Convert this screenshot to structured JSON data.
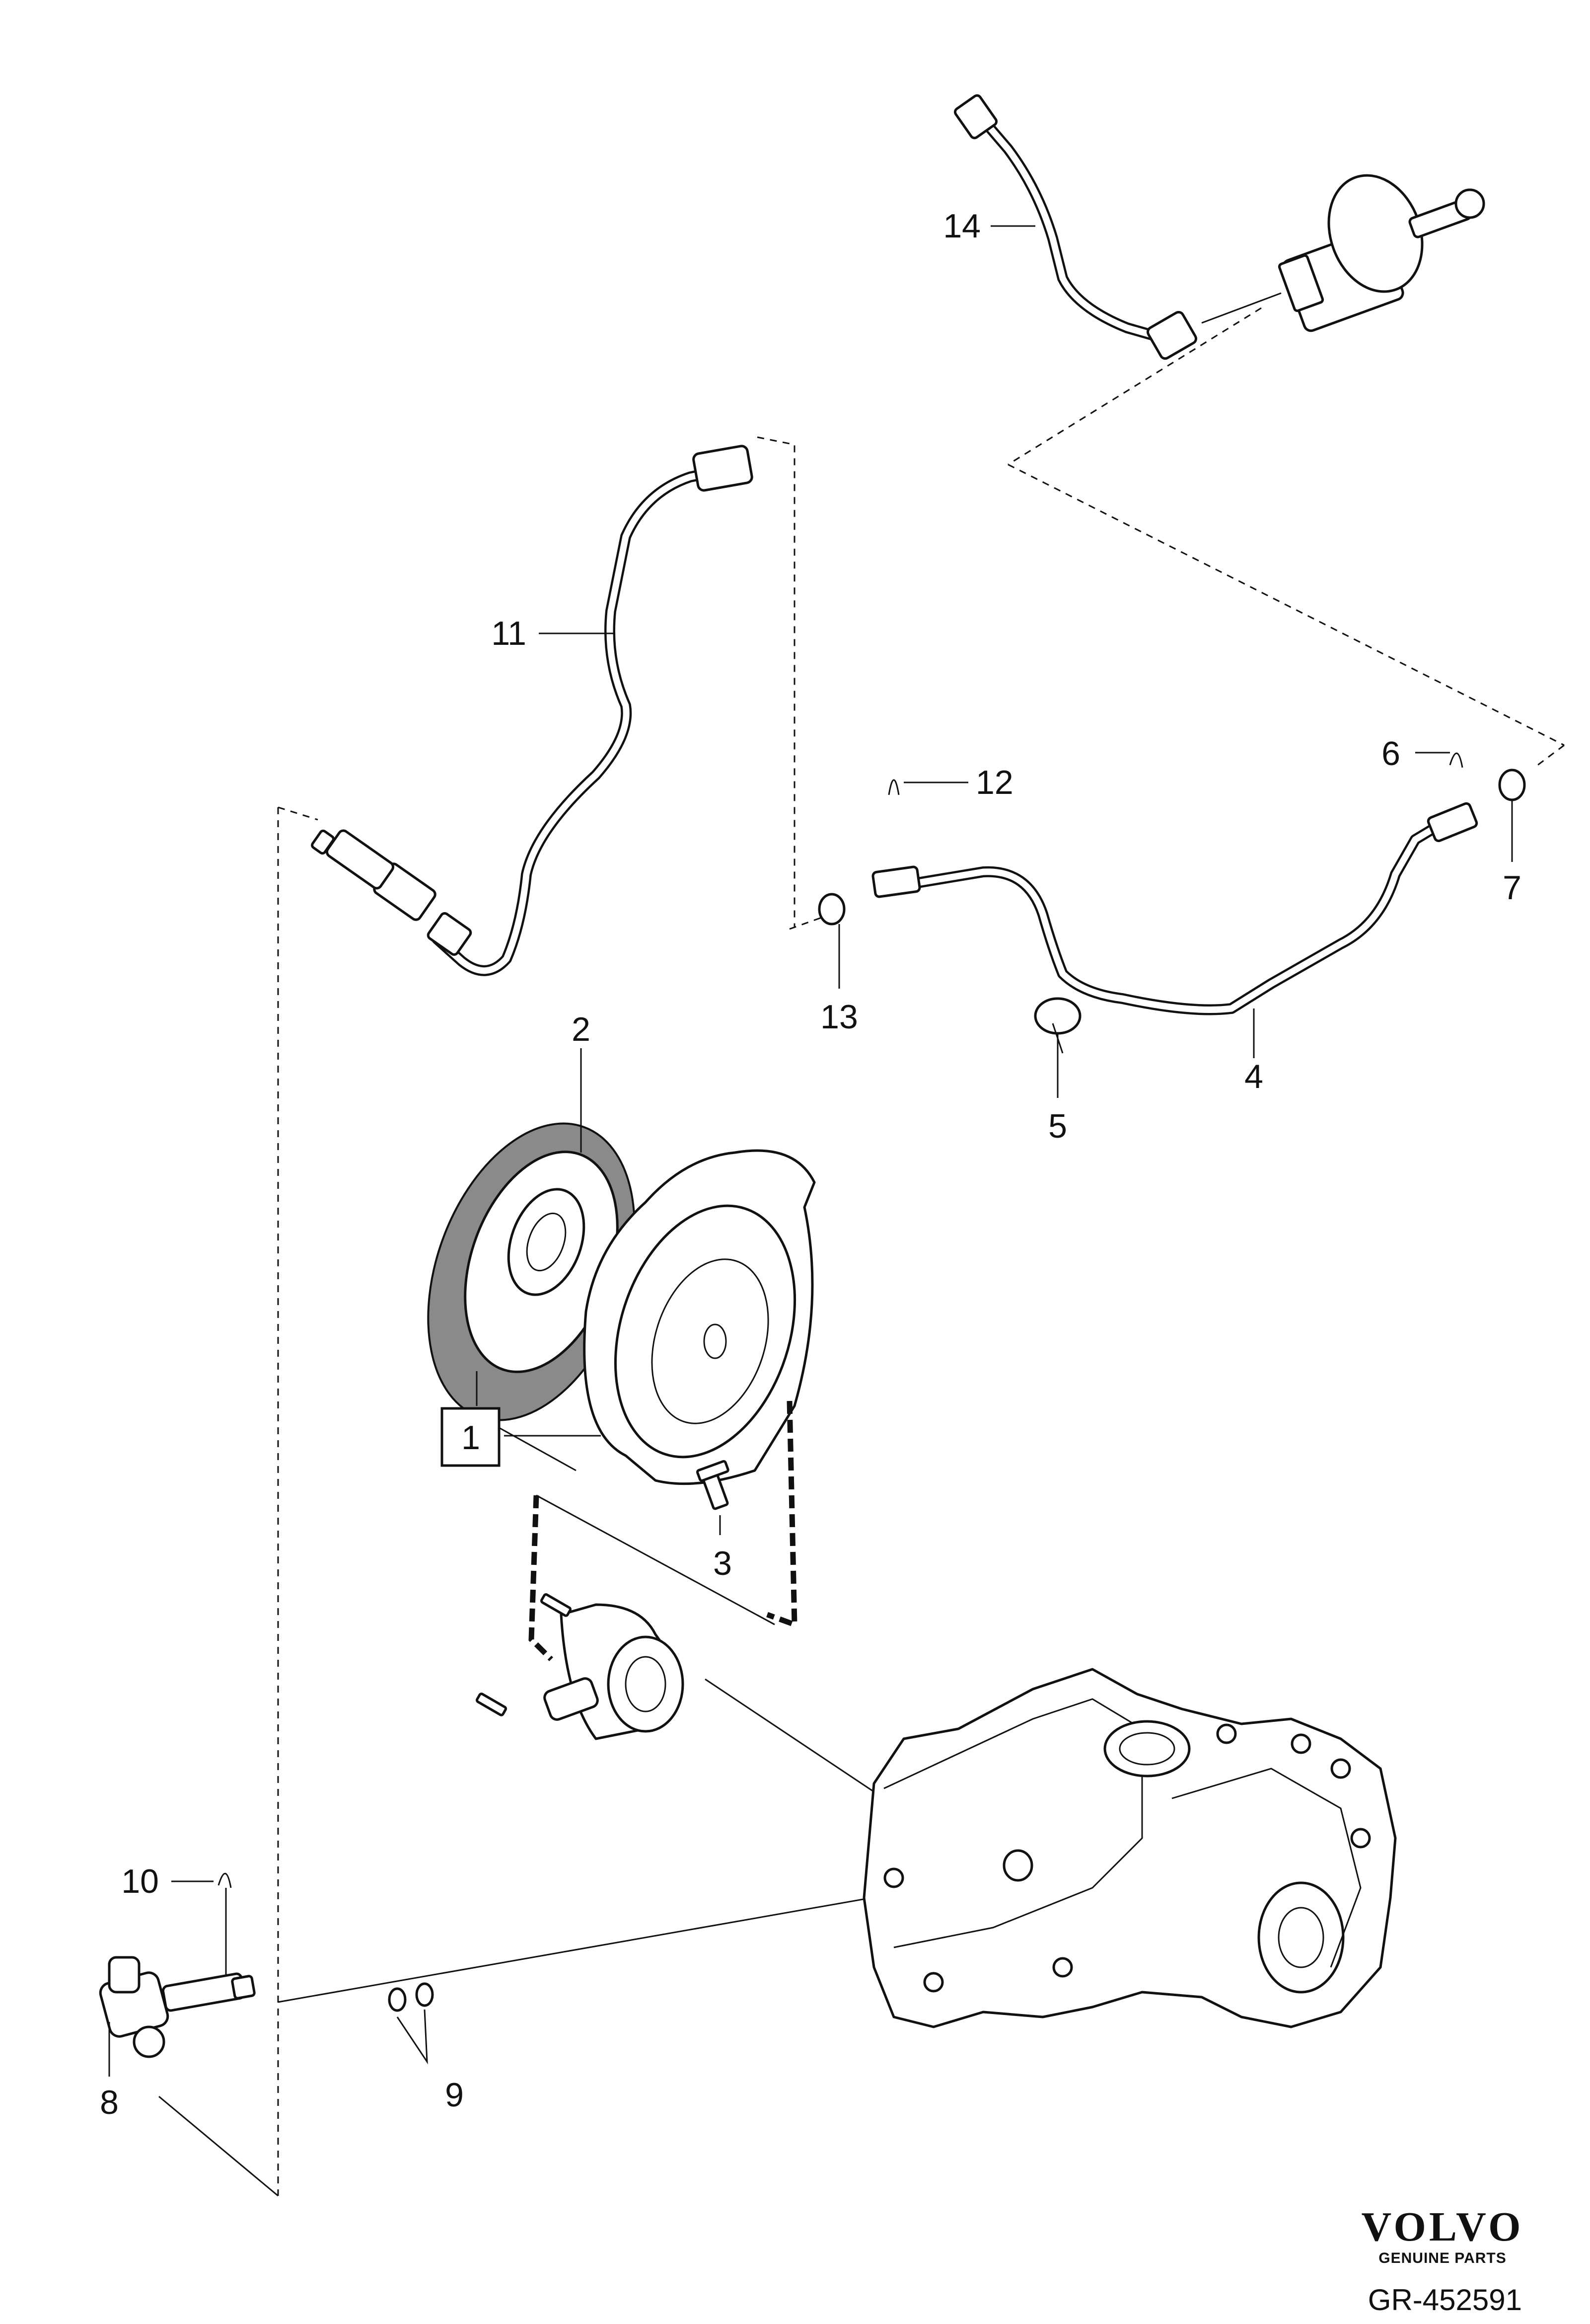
{
  "callouts": {
    "c1": "1",
    "c2": "2",
    "c3": "3",
    "c4": "4",
    "c5": "5",
    "c6": "6",
    "c7": "7",
    "c8": "8",
    "c9": "9",
    "c10": "10",
    "c11": "11",
    "c12": "12",
    "c13": "13",
    "c14": "14"
  },
  "branding": {
    "brand_name": "VOLVO",
    "brand_tagline": "GENUINE PARTS",
    "diagram_ref": "GR-452591"
  }
}
